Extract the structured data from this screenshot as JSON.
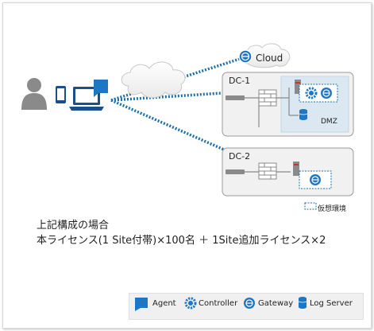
{
  "diagram": {
    "cloud_label": "Cloud",
    "dc1_label": "DC-1",
    "dc2_label": "DC-2",
    "dmz_label": "DMZ",
    "virtual_env_label": "仮想環境",
    "caption_line1": "上記構成の場合",
    "caption_line2": "本ライセンス(1 Site付帯)×100名 ＋ 1Site追加ライセンス×2"
  },
  "legend": {
    "agent": "Agent",
    "controller": "Controller",
    "gateway": "Gateway",
    "log_server": "Log Server"
  },
  "colors": {
    "accent_blue": "#1f77c4",
    "dark_blue": "#1a4f8a",
    "dashed_line": "#1f6fa8",
    "gray_icon": "#8a8a8a",
    "box_fill": "#f1f1f1",
    "dmz_fill": "#dbe7f1"
  }
}
